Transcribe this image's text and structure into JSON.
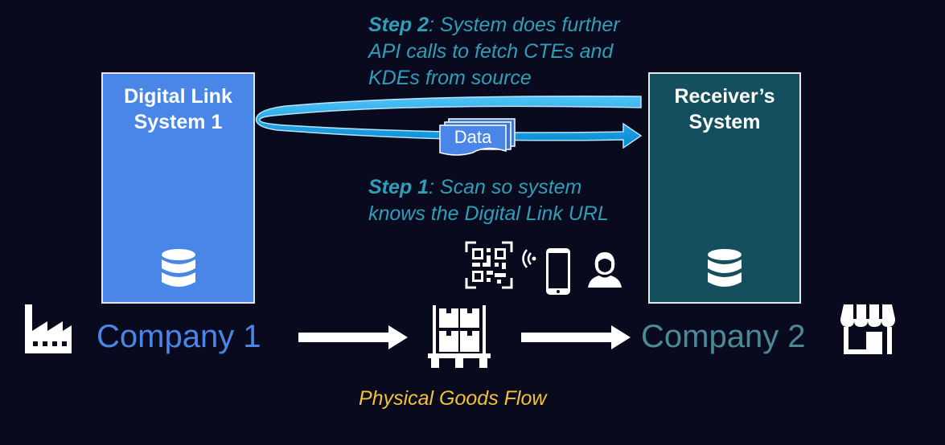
{
  "boxes": {
    "system1": "Digital Link System 1",
    "system1_line1": "Digital Link",
    "system1_line2": "System 1",
    "receiver_line1": "Receiver’s",
    "receiver_line2": "System"
  },
  "steps": {
    "step2_label": "Step 2",
    "step2_text_l1": ": System does further",
    "step2_text_l2": "API calls to fetch CTEs and",
    "step2_text_l3": "KDEs from source",
    "step1_label": "Step 1",
    "step1_text_l1": ": Scan so system",
    "step1_text_l2": "knows the Digital Link URL"
  },
  "data_label": "Data",
  "companies": {
    "company1": "Company 1",
    "company2": "Company 2"
  },
  "flow_label": "Physical Goods Flow",
  "icons": [
    "factory-icon",
    "pallet-icon",
    "store-icon",
    "qr-code-icon",
    "wireless-icon",
    "phone-icon",
    "person-icon",
    "database-icon"
  ],
  "colors": {
    "background": "#0a0a1f",
    "system1": "#4a86e8",
    "receiver": "#134f5c",
    "step_text": "#2e9fb8",
    "flow_text": "#f1c232",
    "arrow": "#29b6f6"
  }
}
